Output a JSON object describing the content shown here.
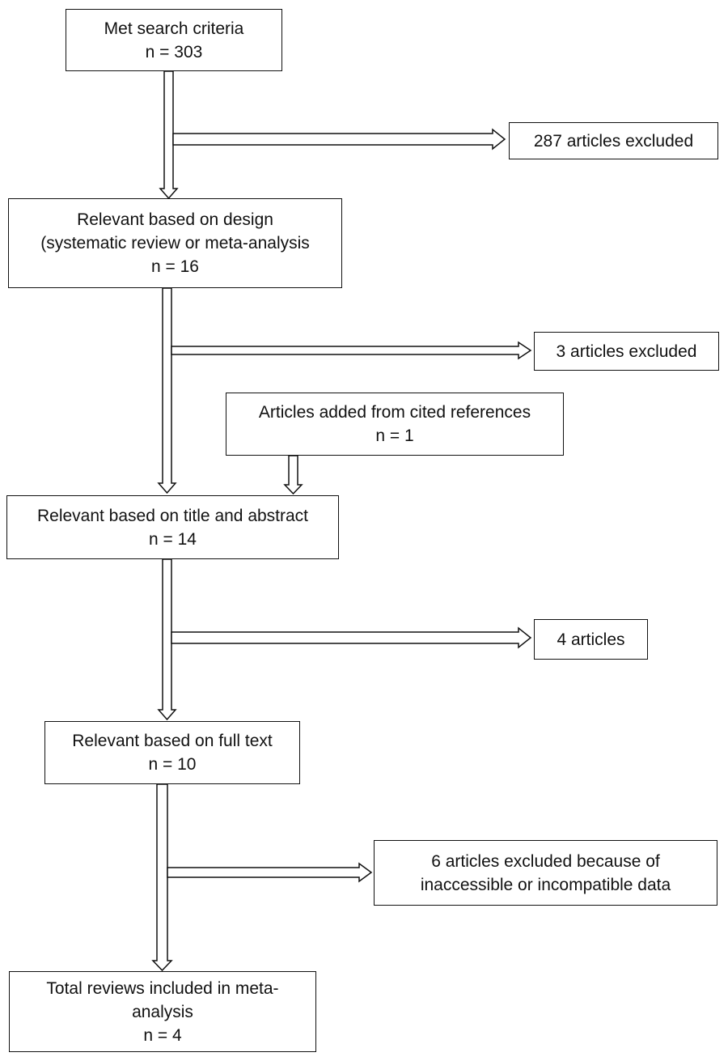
{
  "flowchart": {
    "boxes": {
      "met_search": {
        "lines": [
          "Met search criteria",
          "n = 303"
        ]
      },
      "excluded_287": {
        "lines": [
          "287 articles excluded"
        ]
      },
      "relevant_design": {
        "lines": [
          "Relevant based on design",
          "(systematic review or meta-analysis",
          "n = 16"
        ]
      },
      "excluded_3": {
        "lines": [
          "3 articles excluded"
        ]
      },
      "cited_refs": {
        "lines": [
          "Articles added from cited references",
          "n = 1"
        ]
      },
      "relevant_title": {
        "lines": [
          "Relevant based on title and abstract",
          "n = 14"
        ]
      },
      "articles_4": {
        "lines": [
          "4 articles"
        ]
      },
      "relevant_fulltext": {
        "lines": [
          "Relevant based on full text",
          "n = 10"
        ]
      },
      "excluded_6": {
        "lines": [
          "6 articles excluded because of",
          "inaccessible or incompatible data"
        ]
      },
      "total_included": {
        "lines": [
          "Total reviews included in meta-",
          "analysis",
          "n = 4"
        ]
      }
    },
    "colors": {
      "stroke": "#111111",
      "fill": "#ffffff",
      "text": "#111111"
    }
  }
}
